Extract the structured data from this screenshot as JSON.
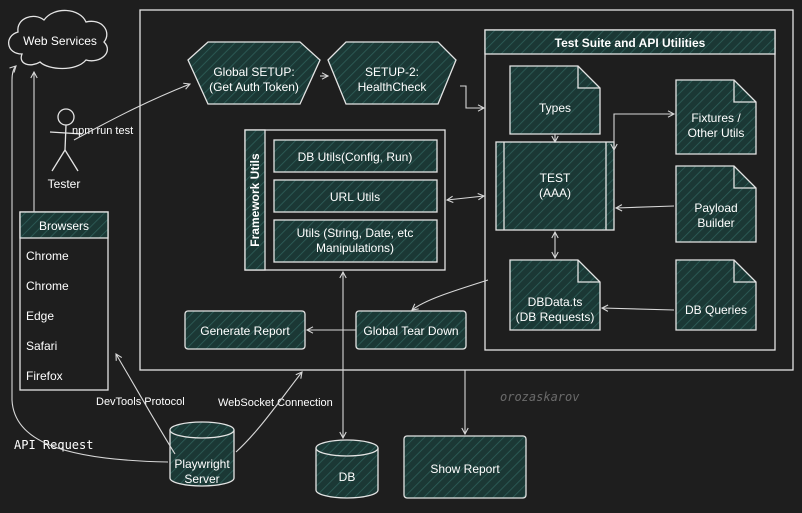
{
  "nodes": {
    "web_services": "Web Services",
    "tester": "Tester",
    "npm_run_test": "npm run test",
    "global_setup_1": "Global SETUP:",
    "global_setup_2": "(Get Auth Token)",
    "setup2_1": "SETUP-2:",
    "setup2_2": "HealthCheck",
    "framework_utils": "Framework Utils",
    "db_utils": "DB Utils(Config, Run)",
    "url_utils": "URL Utils",
    "utils_1": "Utils (String, Date, etc",
    "utils_2": "Manipulations)",
    "suite_title": "Test Suite and API Utilities",
    "types": "Types",
    "test_1": "TEST",
    "test_2": "(AAA)",
    "fixtures_1": "Fixtures /",
    "fixtures_2": "Other Utils",
    "payload_1": "Payload",
    "payload_2": "Builder",
    "dbdata_1": "DBData.ts",
    "dbdata_2": "(DB Requests)",
    "db_queries": "DB Queries",
    "browsers_title": "Browsers",
    "browsers": [
      "Chrome",
      "Chrome",
      "Edge",
      "Safari",
      "Firefox"
    ],
    "generate_report": "Generate Report",
    "global_teardown": "Global Tear Down",
    "devtools_protocol": "DevTools Protocol",
    "websocket_connection": "WebSocket Connection",
    "api_request": "API Request",
    "playwright_1": "Playwright",
    "playwright_2": "Server",
    "db": "DB",
    "show_report": "Show Report",
    "watermark": "orozaskarov"
  },
  "colors": {
    "background": "#1e1e1e",
    "stroke": "#e4e4e4",
    "box_fill": "#1c3d3a",
    "text": "#ffffff",
    "watermark": "#6a6a6a"
  }
}
